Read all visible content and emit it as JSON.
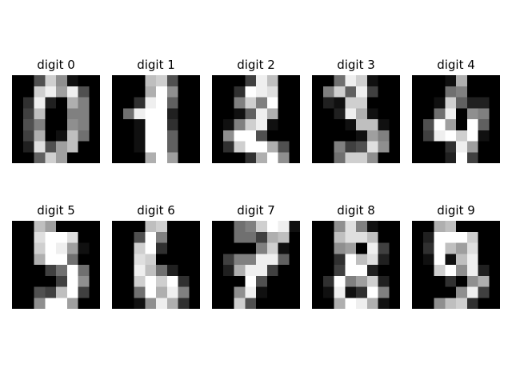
{
  "figure": {
    "panels": [
      {
        "title": "digit 0",
        "pixels": [
          [
            0,
            0,
            5,
            13,
            9,
            1,
            0,
            0
          ],
          [
            0,
            0,
            13,
            15,
            10,
            15,
            5,
            0
          ],
          [
            0,
            3,
            15,
            2,
            0,
            11,
            8,
            0
          ],
          [
            0,
            4,
            12,
            0,
            0,
            8,
            8,
            0
          ],
          [
            0,
            5,
            8,
            0,
            0,
            9,
            8,
            0
          ],
          [
            0,
            4,
            11,
            0,
            1,
            12,
            7,
            0
          ],
          [
            0,
            2,
            14,
            5,
            10,
            12,
            0,
            0
          ],
          [
            0,
            0,
            6,
            13,
            10,
            0,
            0,
            0
          ]
        ]
      },
      {
        "title": "digit 1",
        "pixels": [
          [
            0,
            0,
            0,
            12,
            13,
            5,
            0,
            0
          ],
          [
            0,
            0,
            0,
            11,
            16,
            9,
            0,
            0
          ],
          [
            0,
            0,
            3,
            15,
            16,
            6,
            0,
            0
          ],
          [
            0,
            7,
            15,
            16,
            16,
            2,
            0,
            0
          ],
          [
            0,
            0,
            1,
            16,
            16,
            3,
            0,
            0
          ],
          [
            0,
            0,
            1,
            16,
            16,
            6,
            0,
            0
          ],
          [
            0,
            0,
            1,
            16,
            16,
            6,
            0,
            0
          ],
          [
            0,
            0,
            0,
            11,
            16,
            10,
            0,
            0
          ]
        ]
      },
      {
        "title": "digit 2",
        "pixels": [
          [
            0,
            0,
            0,
            4,
            15,
            12,
            0,
            0
          ],
          [
            0,
            0,
            3,
            16,
            15,
            14,
            0,
            0
          ],
          [
            0,
            0,
            8,
            13,
            8,
            16,
            0,
            0
          ],
          [
            0,
            0,
            1,
            6,
            15,
            11,
            0,
            0
          ],
          [
            0,
            1,
            8,
            13,
            15,
            1,
            0,
            0
          ],
          [
            0,
            9,
            16,
            16,
            5,
            0,
            0,
            0
          ],
          [
            0,
            3,
            13,
            16,
            16,
            11,
            5,
            0
          ],
          [
            0,
            0,
            0,
            3,
            11,
            16,
            9,
            0
          ]
        ]
      },
      {
        "title": "digit 3",
        "pixels": [
          [
            0,
            0,
            7,
            15,
            13,
            1,
            0,
            0
          ],
          [
            0,
            8,
            13,
            6,
            15,
            4,
            0,
            0
          ],
          [
            0,
            2,
            1,
            13,
            13,
            0,
            0,
            0
          ],
          [
            0,
            0,
            2,
            15,
            11,
            1,
            0,
            0
          ],
          [
            0,
            0,
            0,
            1,
            12,
            12,
            1,
            0
          ],
          [
            0,
            0,
            0,
            0,
            1,
            10,
            8,
            0
          ],
          [
            0,
            0,
            8,
            4,
            5,
            14,
            9,
            0
          ],
          [
            0,
            0,
            7,
            13,
            13,
            9,
            0,
            0
          ]
        ]
      },
      {
        "title": "digit 4",
        "pixels": [
          [
            0,
            0,
            0,
            1,
            11,
            0,
            0,
            0
          ],
          [
            0,
            0,
            0,
            7,
            8,
            0,
            0,
            0
          ],
          [
            0,
            0,
            1,
            13,
            6,
            2,
            2,
            0
          ],
          [
            0,
            0,
            7,
            15,
            0,
            9,
            8,
            0
          ],
          [
            0,
            5,
            16,
            10,
            0,
            16,
            6,
            0
          ],
          [
            0,
            4,
            15,
            16,
            13,
            16,
            1,
            0
          ],
          [
            0,
            0,
            0,
            3,
            15,
            10,
            0,
            0
          ],
          [
            0,
            0,
            0,
            2,
            16,
            4,
            0,
            0
          ]
        ]
      },
      {
        "title": "digit 5",
        "pixels": [
          [
            0,
            0,
            12,
            10,
            0,
            0,
            0,
            0
          ],
          [
            0,
            0,
            14,
            16,
            16,
            14,
            0,
            0
          ],
          [
            0,
            0,
            13,
            16,
            15,
            10,
            1,
            0
          ],
          [
            0,
            0,
            11,
            16,
            16,
            7,
            0,
            0
          ],
          [
            0,
            0,
            0,
            4,
            7,
            16,
            7,
            0
          ],
          [
            0,
            0,
            0,
            0,
            4,
            16,
            9,
            0
          ],
          [
            0,
            0,
            5,
            4,
            12,
            16,
            4,
            0
          ],
          [
            0,
            0,
            9,
            16,
            16,
            10,
            0,
            0
          ]
        ]
      },
      {
        "title": "digit 6",
        "pixels": [
          [
            0,
            0,
            0,
            12,
            13,
            0,
            0,
            0
          ],
          [
            0,
            0,
            5,
            16,
            8,
            0,
            0,
            0
          ],
          [
            0,
            0,
            13,
            16,
            3,
            0,
            0,
            0
          ],
          [
            0,
            0,
            14,
            13,
            0,
            0,
            0,
            0
          ],
          [
            0,
            0,
            15,
            12,
            7,
            2,
            0,
            0
          ],
          [
            0,
            0,
            13,
            16,
            13,
            16,
            3,
            0
          ],
          [
            0,
            0,
            7,
            16,
            11,
            15,
            8,
            0
          ],
          [
            0,
            0,
            1,
            9,
            15,
            11,
            3,
            0
          ]
        ]
      },
      {
        "title": "digit 7",
        "pixels": [
          [
            0,
            0,
            7,
            8,
            13,
            16,
            15,
            1
          ],
          [
            0,
            0,
            7,
            7,
            4,
            11,
            12,
            0
          ],
          [
            0,
            0,
            0,
            0,
            8,
            13,
            1,
            0
          ],
          [
            0,
            4,
            8,
            8,
            15,
            15,
            6,
            0
          ],
          [
            0,
            2,
            11,
            15,
            15,
            4,
            0,
            0
          ],
          [
            0,
            0,
            0,
            16,
            5,
            0,
            0,
            0
          ],
          [
            0,
            0,
            9,
            15,
            1,
            0,
            0,
            0
          ],
          [
            0,
            0,
            13,
            5,
            0,
            0,
            0,
            0
          ]
        ]
      },
      {
        "title": "digit 8",
        "pixels": [
          [
            0,
            0,
            9,
            14,
            8,
            1,
            0,
            0
          ],
          [
            0,
            0,
            12,
            14,
            14,
            12,
            0,
            0
          ],
          [
            0,
            0,
            9,
            10,
            0,
            15,
            4,
            0
          ],
          [
            0,
            0,
            3,
            16,
            12,
            14,
            2,
            0
          ],
          [
            0,
            0,
            4,
            16,
            16,
            2,
            0,
            0
          ],
          [
            0,
            3,
            16,
            8,
            10,
            13,
            2,
            0
          ],
          [
            0,
            1,
            15,
            1,
            3,
            16,
            8,
            0
          ],
          [
            0,
            0,
            11,
            16,
            15,
            11,
            1,
            0
          ]
        ]
      },
      {
        "title": "digit 9",
        "pixels": [
          [
            0,
            0,
            11,
            12,
            0,
            0,
            0,
            0
          ],
          [
            0,
            2,
            16,
            16,
            16,
            13,
            0,
            0
          ],
          [
            0,
            3,
            16,
            12,
            10,
            14,
            0,
            0
          ],
          [
            0,
            1,
            16,
            1,
            12,
            15,
            0,
            0
          ],
          [
            0,
            0,
            13,
            16,
            9,
            15,
            2,
            0
          ],
          [
            0,
            0,
            0,
            3,
            0,
            9,
            11,
            0
          ],
          [
            0,
            0,
            0,
            0,
            9,
            15,
            4,
            0
          ],
          [
            0,
            0,
            9,
            12,
            13,
            3,
            0,
            0
          ]
        ]
      }
    ]
  }
}
